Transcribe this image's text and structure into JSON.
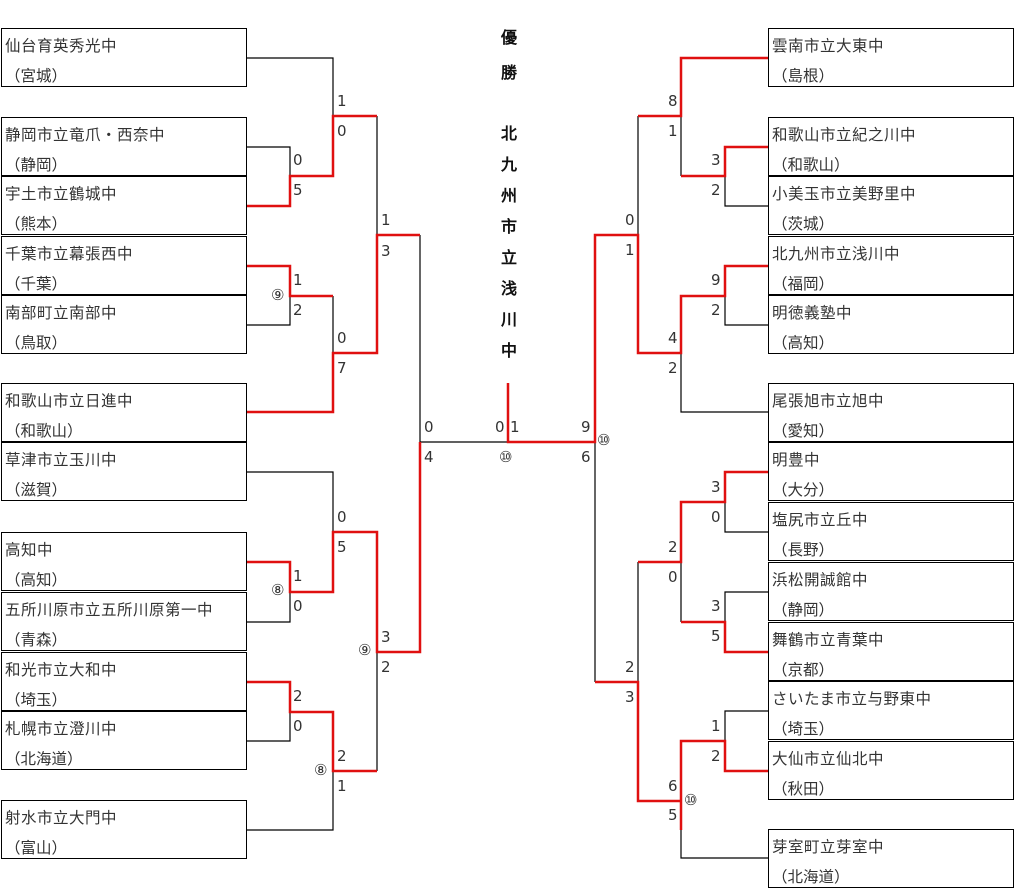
{
  "title": {
    "champion_label": [
      "優",
      "勝"
    ],
    "champion_name": [
      "北",
      "九",
      "州",
      "市",
      "立",
      "浅",
      "川",
      "中"
    ]
  },
  "left_teams": [
    {
      "name": "仙台育英秀光中",
      "pref": "（宮城）"
    },
    {
      "name": "静岡市立竜爪・西奈中",
      "pref": "（静岡）"
    },
    {
      "name": "宇土市立鶴城中",
      "pref": "（熊本）"
    },
    {
      "name": "千葉市立幕張西中",
      "pref": "（千葉）"
    },
    {
      "name": "南部町立南部中",
      "pref": "（鳥取）"
    },
    {
      "name": "和歌山市立日進中",
      "pref": "（和歌山）"
    },
    {
      "name": "草津市立玉川中",
      "pref": "（滋賀）"
    },
    {
      "name": "高知中",
      "pref": "（高知）"
    },
    {
      "name": "五所川原市立五所川原第一中",
      "pref": "（青森）"
    },
    {
      "name": "和光市立大和中",
      "pref": "（埼玉）"
    },
    {
      "name": "札幌市立澄川中",
      "pref": "（北海道）"
    },
    {
      "name": "射水市立大門中",
      "pref": "（富山）"
    }
  ],
  "right_teams": [
    {
      "name": "雲南市立大東中",
      "pref": "（島根）"
    },
    {
      "name": "和歌山市立紀之川中",
      "pref": "（和歌山）"
    },
    {
      "name": "小美玉市立美野里中",
      "pref": "（茨城）"
    },
    {
      "name": "北九州市立浅川中",
      "pref": "（福岡）"
    },
    {
      "name": "明徳義塾中",
      "pref": "（高知）"
    },
    {
      "name": "尾張旭市立旭中",
      "pref": "（愛知）"
    },
    {
      "name": "明豊中",
      "pref": "（大分）"
    },
    {
      "name": "塩尻市立丘中",
      "pref": "（長野）"
    },
    {
      "name": "浜松開誠館中",
      "pref": "（静岡）"
    },
    {
      "name": "舞鶴市立青葉中",
      "pref": "（京都）"
    },
    {
      "name": "さいたま市立与野東中",
      "pref": "（埼玉）"
    },
    {
      "name": "大仙市立仙北中",
      "pref": "（秋田）"
    },
    {
      "name": "芽室町立芽室中",
      "pref": "（北海道）"
    }
  ],
  "scores": [
    "0",
    "5",
    "1",
    "0",
    "1",
    "2",
    "0",
    "7",
    "1",
    "3",
    "1",
    "0",
    "2",
    "0",
    "0",
    "5",
    "2",
    "1",
    "3",
    "2",
    "0",
    "4",
    "0",
    "1",
    "9",
    "6",
    "8",
    "1",
    "3",
    "2",
    "9",
    "2",
    "4",
    "2",
    "0",
    "1",
    "3",
    "0",
    "3",
    "5",
    "2",
    "0",
    "1",
    "2",
    "6",
    "5",
    "2",
    "3"
  ],
  "markers": [
    "⑨",
    "⑧",
    "⑧",
    "⑨",
    "⑩",
    "⑩",
    "⑩"
  ],
  "colors": {
    "winner_line": "#e01010",
    "line": "#000000"
  }
}
